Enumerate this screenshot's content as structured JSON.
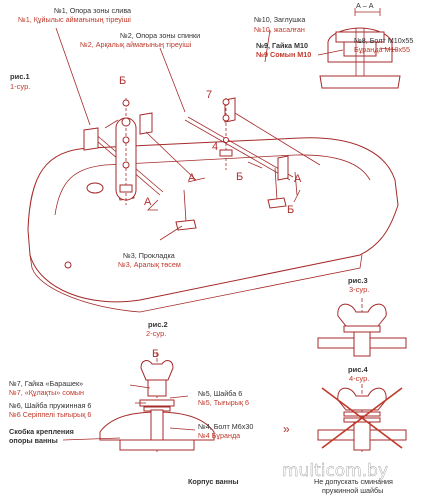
{
  "labels": {
    "item1_ru": "№1, Опора зоны слива",
    "item1_kz": "№1, Құйылыс аймағының тіреуіші",
    "item2_ru": "№2, Опора зоны спинки",
    "item2_kz": "№2, Арқалық аймағының тіреуіші",
    "item10_ru": "№10, Заглушка",
    "item10_kz": "№10, жасалған",
    "item9_ru": "№9, Гайка М10",
    "item9_kz": "№9  Сомын М10",
    "item8_ru": "№8, Болт М10х55",
    "item8_kz": "Бұранда М10х55",
    "section_aa": "А – А",
    "item3_ru": "№3, Прокладка",
    "item3_kz": "№3, Аралық  төсем",
    "item7_ru": "№7, Гайка «Барашек»",
    "item7_kz": "№7, «Құлақты» сомын",
    "item6_ru": "№6, Шайба пружинная 6",
    "item6_kz": "№6 Серіппелі тығырық 6",
    "bracket_line1": "Скобка крепления",
    "bracket_line2": "опоры ванны",
    "item5_ru": "№5, Шайба 6",
    "item5_kz": "№5, Тығырық 6",
    "item4_ru": "№4, Болт М6х30",
    "item4_kz": "№4 Бұранда",
    "tub_body": "Корпус ванны",
    "warning_line1": "Не допускать сминания",
    "warning_line2": "пружинной шайбы"
  },
  "figures": {
    "fig1_ru": "рис.1",
    "fig1_kz": "1-сур.",
    "fig2_ru": "рис.2",
    "fig2_kz": "2-сур.",
    "fig3_ru": "рис.3",
    "fig3_kz": "3-сур.",
    "fig4_ru": "рис.4",
    "fig4_kz": "4-сур."
  },
  "letters": {
    "a": "А",
    "b": "Б",
    "n7": "7",
    "n4": "4"
  },
  "watermark": "multicom.by",
  "colors": {
    "line": "#a52a2a",
    "kz_text": "#c0392b",
    "ru_text": "#333333"
  }
}
